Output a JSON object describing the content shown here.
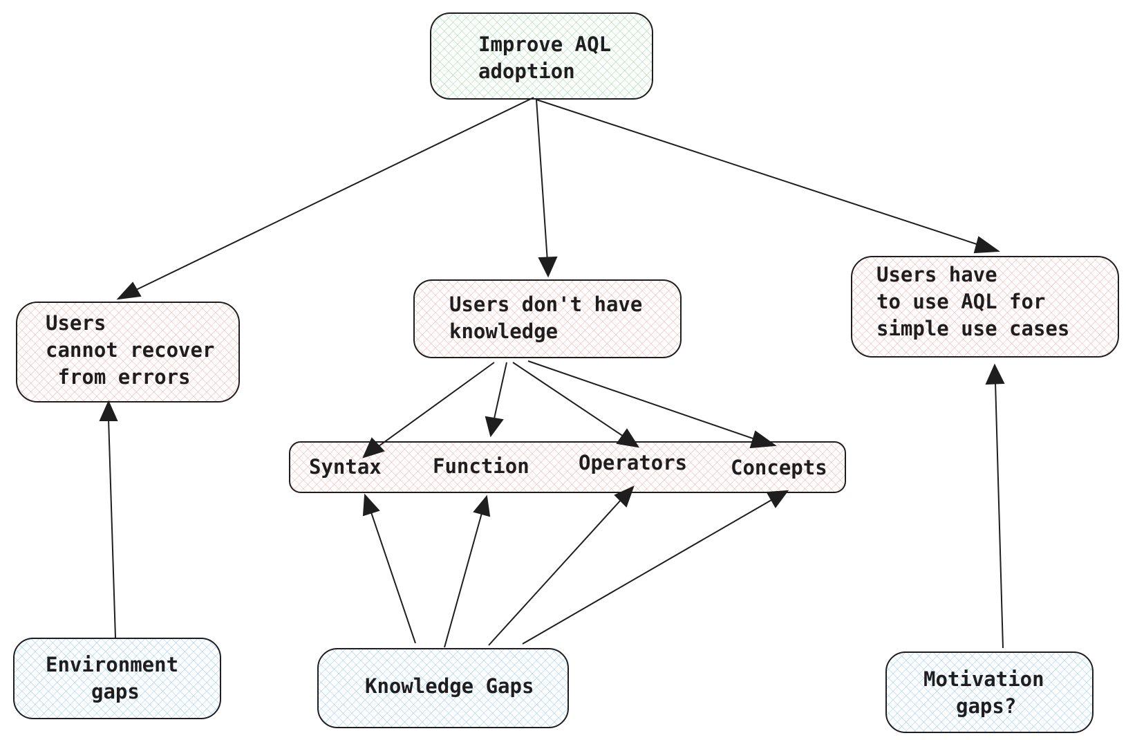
{
  "colors": {
    "goal_fill": "#b2f2bb",
    "problem_fill": "#ffc9c9",
    "gap_fill": "#a5d8ff",
    "stroke": "#1e1e1e"
  },
  "nodes": {
    "goal": {
      "lines": [
        "Improve AQL",
        "adoption"
      ]
    },
    "cannot_recover": {
      "lines": [
        "Users",
        "cannot recover",
        " from errors"
      ]
    },
    "no_knowledge": {
      "lines": [
        "Users don't have",
        "knowledge"
      ]
    },
    "simple_cases": {
      "lines": [
        "Users have",
        "to use AQL for",
        "simple use cases"
      ]
    },
    "knowledge_areas": {
      "syntax": "Syntax",
      "function": "Function",
      "operators": "Operators",
      "concepts": "Concepts"
    },
    "env_gaps": {
      "lines": [
        "Environment",
        "gaps"
      ]
    },
    "knowledge_gaps": {
      "lines": [
        "Knowledge Gaps"
      ]
    },
    "motivation_gaps": {
      "lines": [
        "Motivation",
        "gaps?"
      ]
    }
  }
}
